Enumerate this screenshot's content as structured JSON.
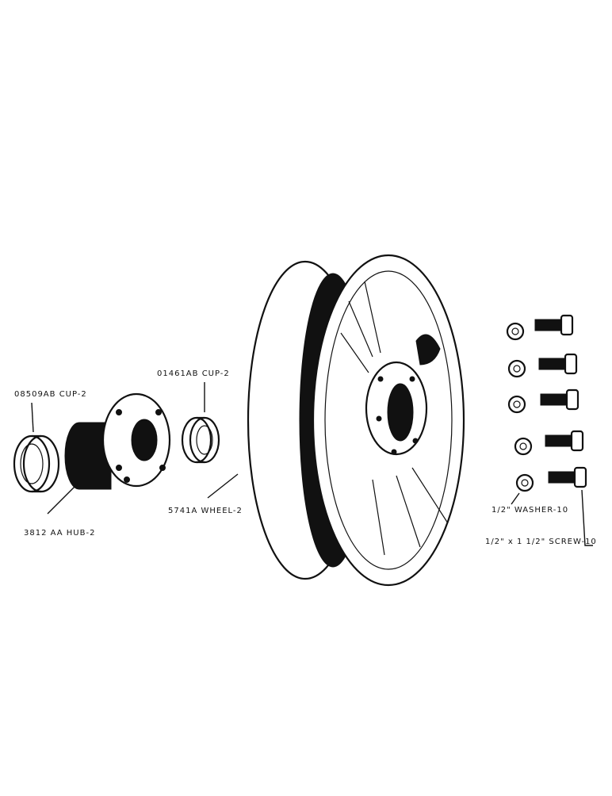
{
  "labels": {
    "cup_outer": "08509AB  CUP-2",
    "cup_inner": "01461AB  CUP-2",
    "hub": "3812 AA  HUB-2",
    "wheel": "5741A  WHEEL-2",
    "washer": "1/2\" WASHER-10",
    "screw": "1/2\" x 1 1/2\"  SCREW-10"
  }
}
